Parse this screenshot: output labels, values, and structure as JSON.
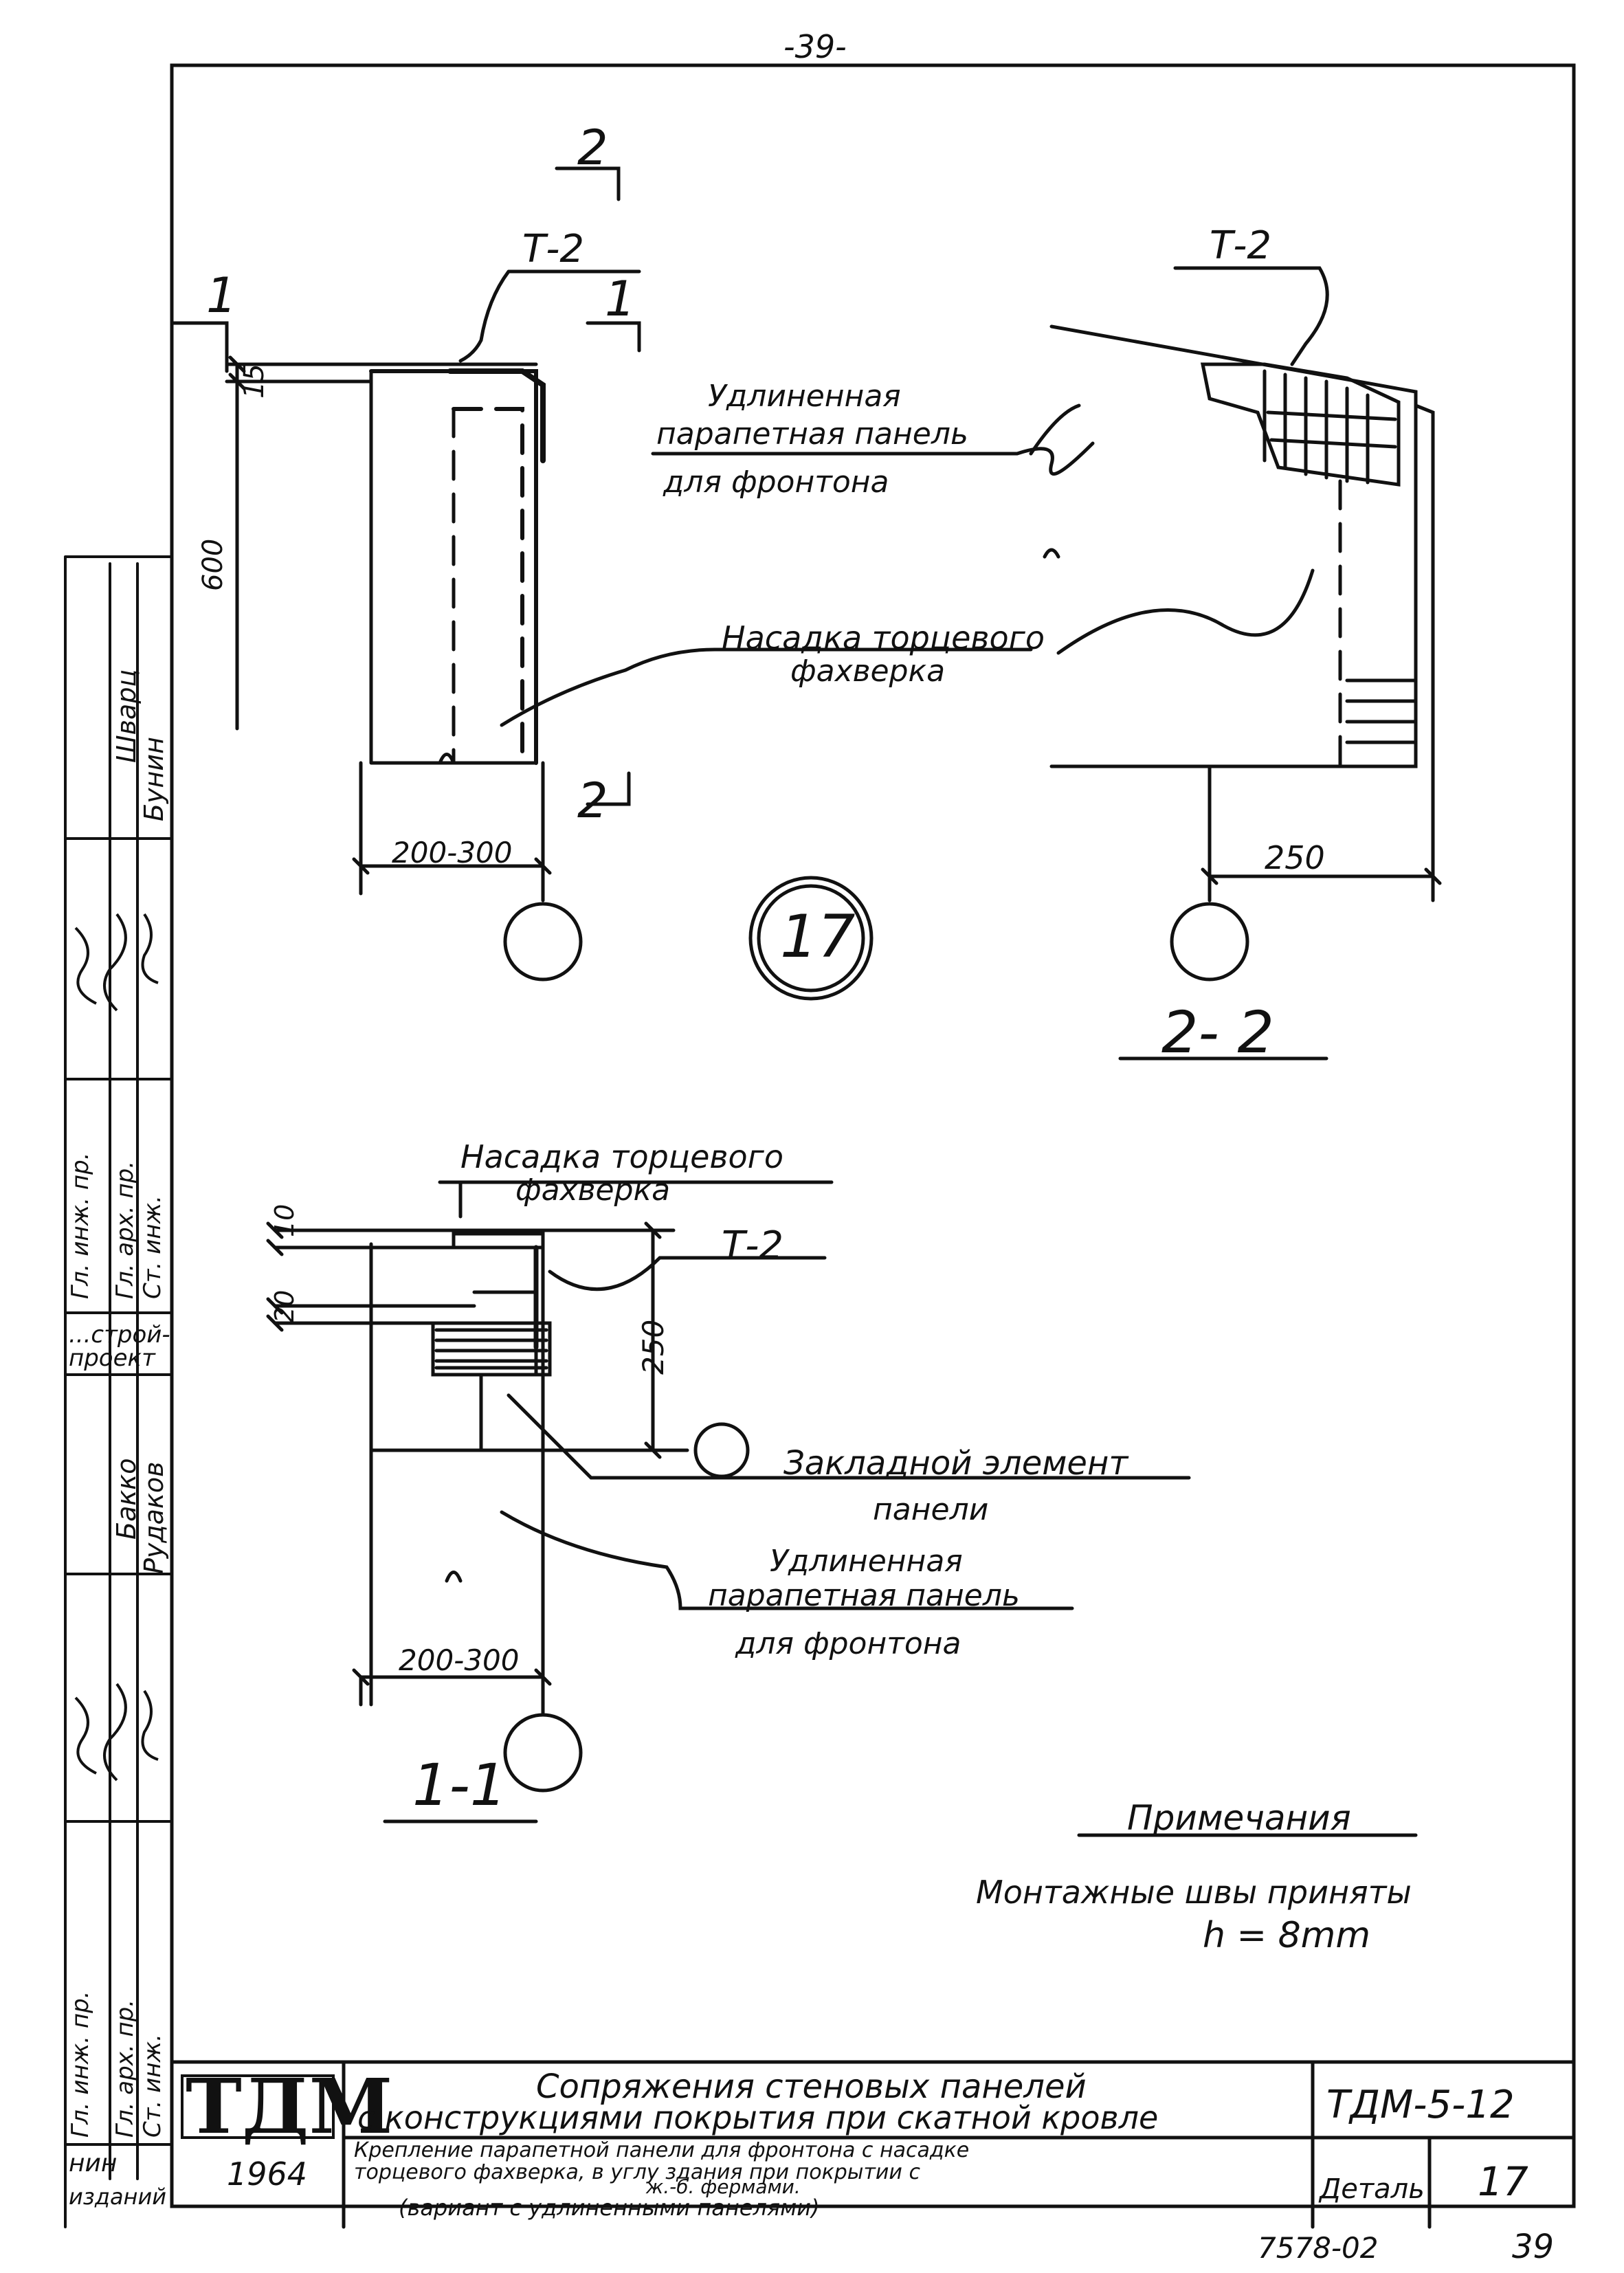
{
  "page_number": "-39-",
  "section_marks": {
    "cut1_left": "1",
    "cut1_right": "1",
    "cut2_top": "2",
    "cut2_bottom": "2"
  },
  "detail_number": "17",
  "top_left_view": {
    "callout_t2": "Т-2",
    "dim_15": "15",
    "dim_600": "600",
    "dim_width": "200-300"
  },
  "top_right_view": {
    "callout_t2": "Т-2",
    "dim_250": "250",
    "section_title": "2- 2"
  },
  "labels": {
    "panel_line1": "Удлиненная",
    "panel_line2": "парапетная панель",
    "panel_line3": "для фронтона",
    "nozzle_line1": "Насадка торцевого",
    "nozzle_line2": "фахверка"
  },
  "bottom_view": {
    "nozzle_line1": "Насадка торцевого",
    "nozzle_line2": "фахверка",
    "callout_t2": "Т-2",
    "dim_10": "10",
    "dim_20": "20",
    "dim_250": "250",
    "dim_width": "200-300",
    "embed_line1": "Закладной элемент",
    "embed_line2": "панели",
    "panel_line1": "Удлиненная",
    "panel_line2": "парапетная панель",
    "panel_line3": "для фронтона",
    "section_title": "1-1"
  },
  "notes": {
    "heading": "Примечания",
    "line1": "Монтажные швы приняты",
    "line2": "h  = 8mm"
  },
  "left_stamp": {
    "names": [
      "Шварц",
      "Бунин",
      "Бакко",
      "Рудаков"
    ],
    "roles": [
      "Гл. инж. пр.",
      "Гл. арх. пр.",
      "Ст. инж.",
      "Гл. инж. пр.",
      "Гл. арх. пр.",
      "Ст. инж."
    ],
    "org": "...строй-проект",
    "bottom_line1": "нин",
    "bottom_line2": "изданий"
  },
  "title_block": {
    "logo": "ТДМ",
    "year": "1964",
    "title_line1": "Сопряжения стеновых панелей",
    "title_line2": "с конструкциями покрытия при скатной кровле",
    "subtitle_line1": "Крепление парапетной панели для фронтона с насадке",
    "subtitle_line2": "торцевого фахверка, в углу здания при покрытии с",
    "subtitle_line3": "ж.-б. фермами.",
    "subtitle_line4": "(вариант с удлиненными панелями)",
    "doc_code": "ТДМ-5-12",
    "detail_label": "Деталь",
    "detail_number": "17",
    "archive_number": "7578-02",
    "sheet_number": "39"
  }
}
